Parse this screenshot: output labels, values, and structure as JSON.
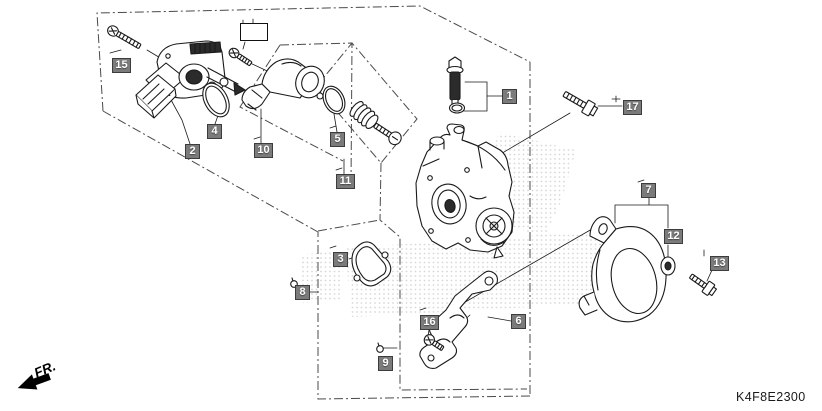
{
  "part_code": "K4F8E2300",
  "direction_indicator": "FR.",
  "labels": {
    "l1": "1",
    "l2": "2",
    "l3": "3",
    "l4": "4",
    "l5": "5",
    "l6": "6",
    "l7": "7",
    "l8": "8",
    "l9": "9",
    "l10": "10",
    "l11": "11",
    "l12": "12",
    "l13": "13",
    "l15": "15",
    "l16": "16",
    "l17": "17"
  },
  "colors": {
    "background": "#ffffff",
    "line": "#1a1a1a",
    "label_bg": "#7b7b7b",
    "label_border": "#3c3c3c",
    "label_text": "#ffffff",
    "boundary": "#4a4a4a",
    "watermark_dot": "#d7d7d7"
  }
}
